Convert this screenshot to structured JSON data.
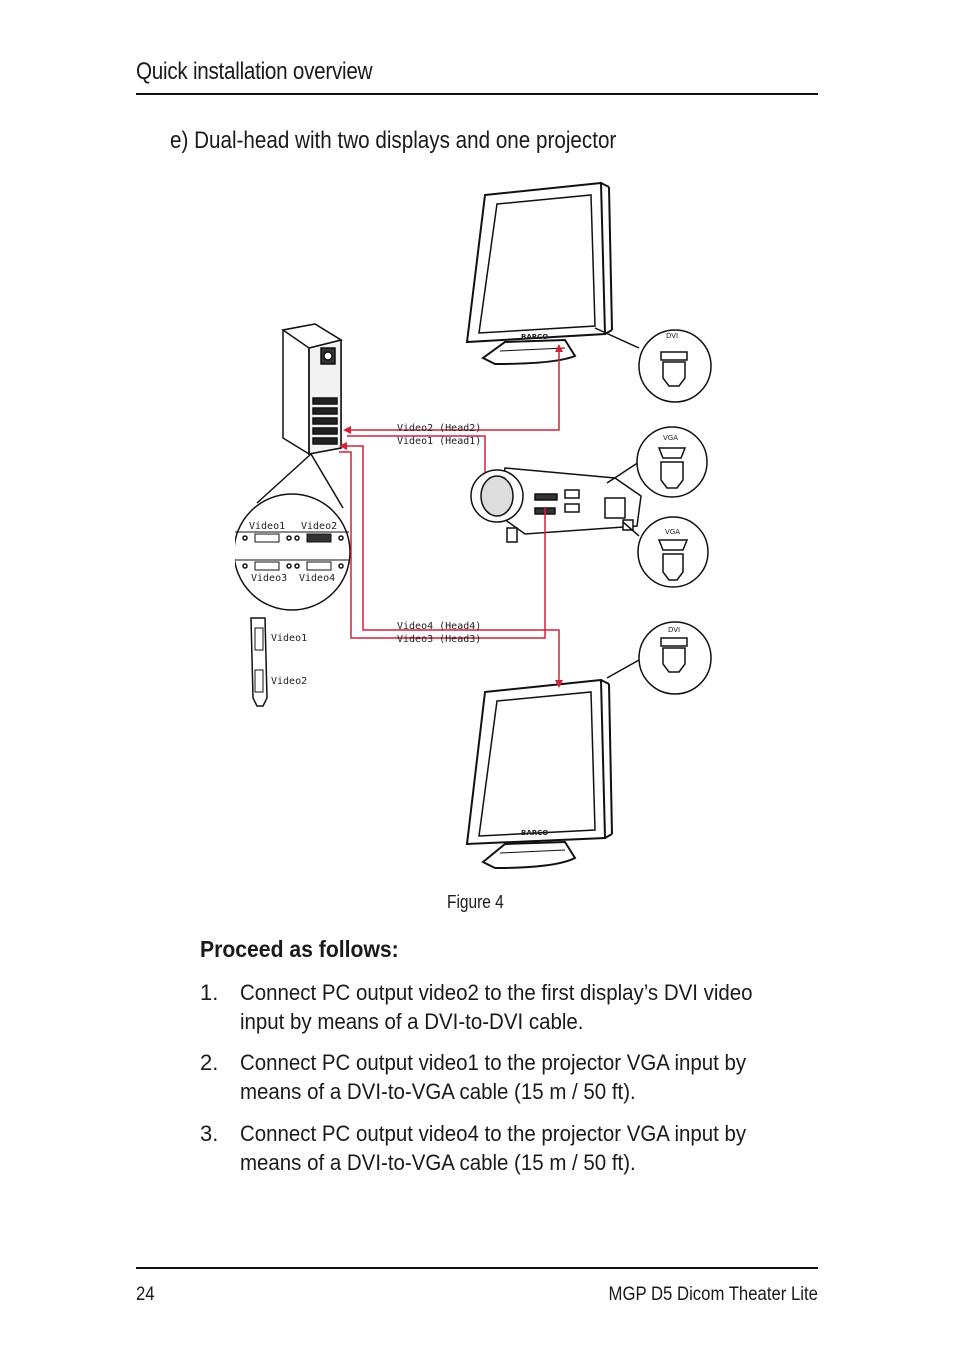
{
  "header": {
    "title": "Quick installation overview"
  },
  "section": {
    "title": "e) Dual-head with two displays and one projector"
  },
  "figure": {
    "labels": {
      "video2_head2": "Video2 (Head2)",
      "video1_head1": "Video1 (Head1)",
      "video4_head4": "Video4 (Head4)",
      "video3_head3": "Video3 (Head3)",
      "zoom_video1": "Video1",
      "zoom_video2": "Video2",
      "zoom_video3": "Video3",
      "zoom_video4": "Video4",
      "card_video1": "Video1",
      "card_video2": "Video2",
      "conn_dvi_top": "DVI",
      "conn_vga_1": "VGA",
      "conn_vga_2": "VGA",
      "conn_dvi_bottom": "DVI",
      "brand_top": "BARCO",
      "brand_bottom": "BARCO"
    },
    "caption": "Figure 4",
    "cable_color": "#d4213a"
  },
  "instructions": {
    "heading": "Proceed as follows:",
    "steps": [
      {
        "num": "1.",
        "text": "Connect PC output video2 to the first display’s DVI video input by means of a DVI-to-DVI cable."
      },
      {
        "num": "2.",
        "text": "Connect PC output video1 to the projector VGA input by means of a DVI-to-VGA cable (15 m / 50 ft)."
      },
      {
        "num": "3.",
        "text": "Connect PC output video4 to the projector VGA input by means of a DVI-to-VGA cable (15 m / 50 ft)."
      }
    ]
  },
  "footer": {
    "page": "24",
    "product": "MGP D5 Dicom Theater Lite"
  }
}
